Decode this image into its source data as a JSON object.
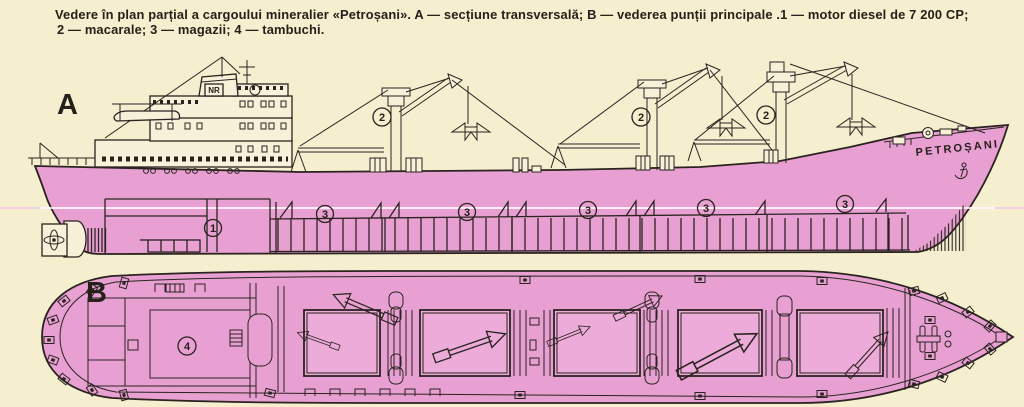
{
  "caption": {
    "line1": "Vedere în plan parțial a cargoului mineralier «Petroșani». A — secțiune transversală; B — vederea punții principale .1 — motor diesel de 7 200 CP;",
    "line2": "2 — macarale; 3 — magazii; 4 — tambuchi."
  },
  "figure": {
    "view_a_label": "A",
    "view_b_label": "B",
    "ship_name": "PETROȘANI",
    "funnel_logo": "NR",
    "callouts": {
      "engine": "1",
      "crane": "2",
      "hold": "3",
      "hatch": "4"
    }
  },
  "colors": {
    "paper": "#f5eecf",
    "hull_pink": "#e8a0d2",
    "hatch_pink": "#edabd9",
    "ink": "#2a2320"
  }
}
